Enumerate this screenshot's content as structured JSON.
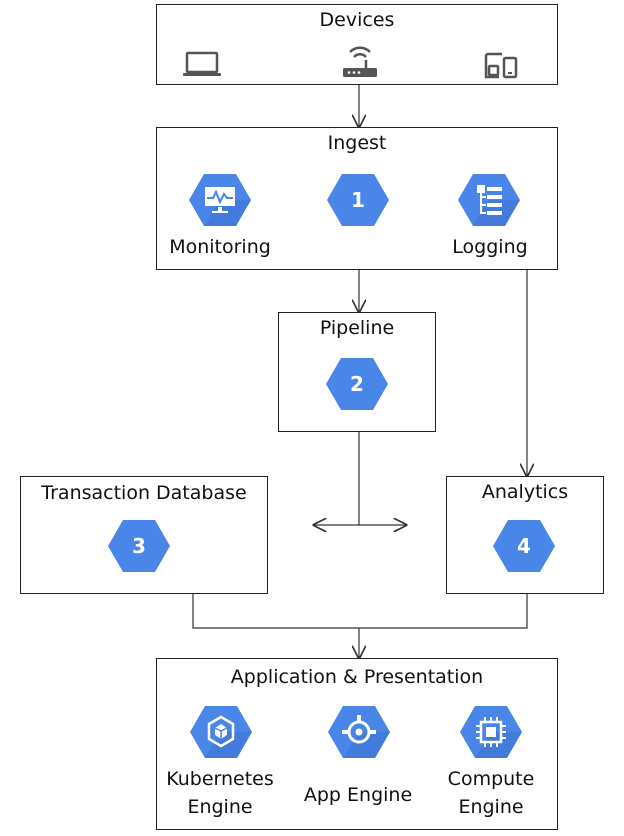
{
  "devices": {
    "title": "Devices",
    "icons": [
      "laptop-icon",
      "wifi-router-icon",
      "multi-device-icon"
    ]
  },
  "ingest": {
    "title": "Ingest",
    "items": [
      {
        "label": "Monitoring",
        "icon": "monitoring-icon"
      },
      {
        "label": "1",
        "icon": "number-badge"
      },
      {
        "label": "Logging",
        "icon": "logging-icon"
      }
    ]
  },
  "pipeline": {
    "title": "Pipeline",
    "badge": "2"
  },
  "transaction_db": {
    "title": "Transaction Database",
    "badge": "3"
  },
  "analytics": {
    "title": "Analytics",
    "badge": "4"
  },
  "app_presentation": {
    "title": "Application & Presentation",
    "items": [
      {
        "label_line1": "Kubernetes",
        "label_line2": "Engine",
        "icon": "kubernetes-icon"
      },
      {
        "label_line1": "App Engine",
        "label_line2": "",
        "icon": "app-engine-icon"
      },
      {
        "label_line1": "Compute",
        "label_line2": "Engine",
        "icon": "compute-engine-icon"
      }
    ]
  },
  "colors": {
    "hex_blue": "#4a86e8",
    "hex_shadow": "#3367d6",
    "line": "#333333"
  }
}
